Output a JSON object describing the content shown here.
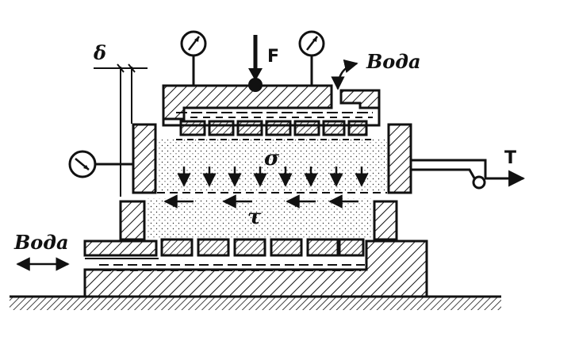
{
  "labels": {
    "force": "F",
    "water_top": "Вода",
    "water_left": "Вода",
    "gap": "δ",
    "normal_stress": "σ",
    "shear_stress": "τ",
    "shear_force": "T"
  },
  "colors": {
    "ink": "#111111",
    "background": "#ffffff"
  },
  "icons": {
    "dial_gauge": "dial-gauge-icon"
  }
}
